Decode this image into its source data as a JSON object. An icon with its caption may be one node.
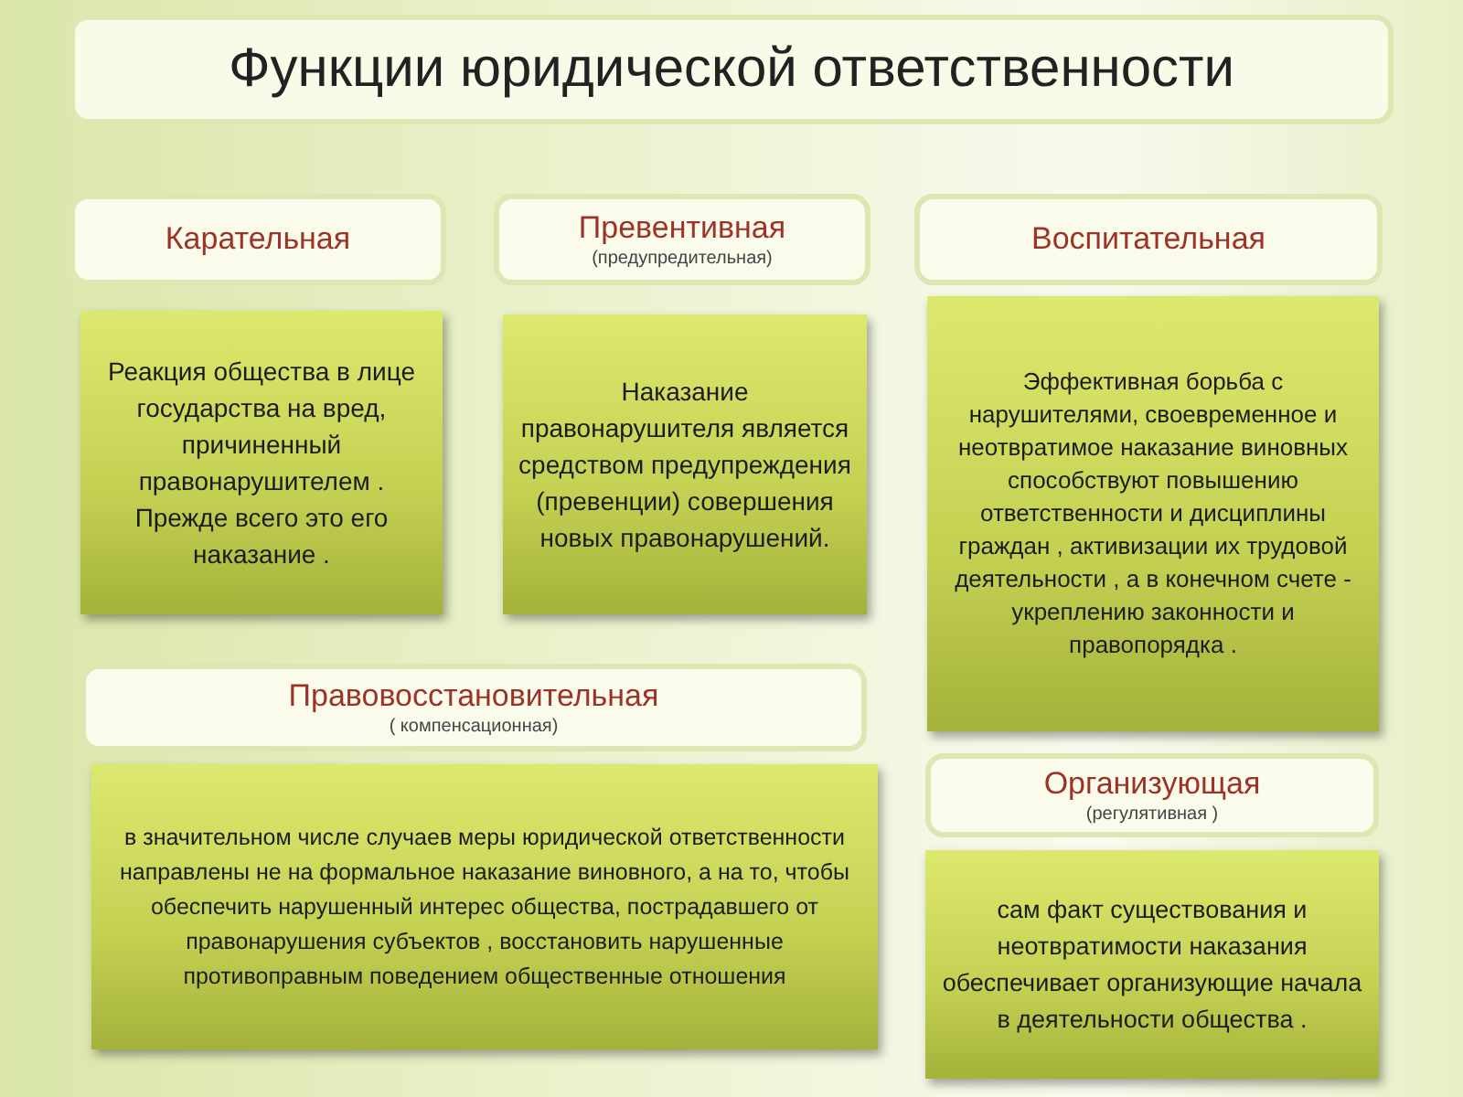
{
  "diagram": {
    "title": "Функции юридической ответственности",
    "nodes": [
      {
        "text": [
          "Карательная"
        ]
      },
      {
        "text": [
          "Превентивная",
          "(предупредительная)"
        ]
      },
      {
        "text": [
          "Воспитательная"
        ]
      },
      {
        "text": [
          "Реакция общества в лице государства на вред, причиненный правонарушителем . Прежде всего это его наказание ."
        ]
      },
      {
        "text": [
          "Наказание правонарушителя является средством предупреждения (превенции) совершения новых правонарушений."
        ]
      },
      {
        "text": [
          "Эффективная борьба с нарушителями, своевременное и неотвратимое наказание виновных способствуют повышению ответственности и дисциплины граждан , активизации их трудовой деятельности , а в конечном счете - укреплению законности и правопорядка ."
        ]
      },
      {
        "text": [
          "Правовосстановительная",
          "( компенсационная)"
        ]
      },
      {
        "text": [
          "Организующая",
          "(регулятивная )"
        ]
      },
      {
        "text": [
          "в значительном числе случаев меры юридической ответственности направлены не на формальное наказание виновного, а на то, чтобы обеспечить нарушенный интерес общества, пострадавшего от правонарушения субъектов , восстановить нарушенные противоправным поведением общественные отношения"
        ]
      },
      {
        "text": [
          "сам факт существования и неотвратимости наказания обеспечивает организующие начала в деятельности общества ."
        ]
      }
    ]
  }
}
